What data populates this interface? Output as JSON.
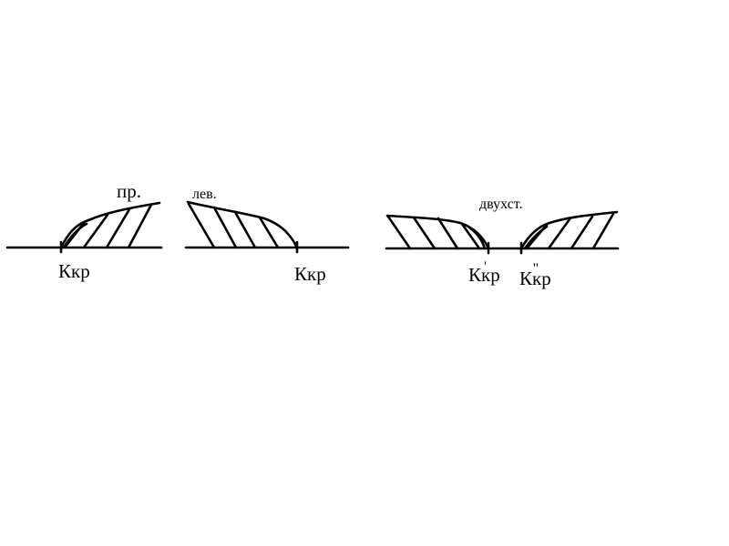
{
  "diagrams": {
    "right_sided": {
      "label": "пр.",
      "critical_label": "Ккр"
    },
    "left_sided": {
      "label": "лев.",
      "critical_label": "Ккр"
    },
    "two_sided": {
      "label": "двухст.",
      "critical_label_lower": "Ккр",
      "critical_label_upper": "Ккр",
      "lower_mark": "'",
      "upper_mark": "''"
    }
  },
  "colors": {
    "ink": "#000000",
    "background": "#ffffff"
  }
}
